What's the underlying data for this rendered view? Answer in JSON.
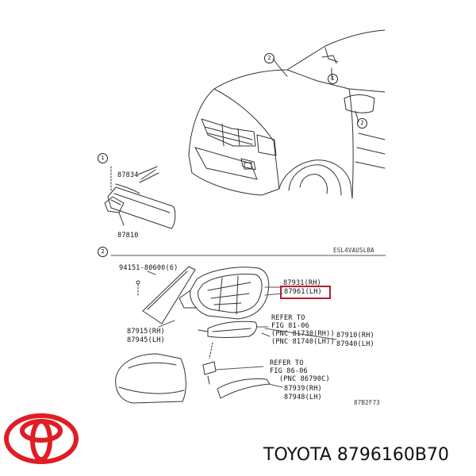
{
  "diagram": {
    "callouts": [
      "1",
      "2"
    ],
    "mirror_section": {
      "part_upper": "87834",
      "part_lower": "87810"
    },
    "outer_mirror_section": {
      "section_code": "ESL4VAUSLBA",
      "bolt_label": "94151-80600(6)",
      "cover_right": "87931(RH)",
      "cover_left": "87961(LH)",
      "refer_1_line1": "REFER TO",
      "refer_1_line2": "FIG 81-06",
      "refer_1_line3": "(PNC 81730(RH))",
      "refer_1_line4": "(PNC 81740(LH))",
      "glass_right": "87910(RH)",
      "glass_left": "87940(LH)",
      "frame_right": "87915(RH)",
      "frame_left": "87945(LH)",
      "refer_2_line1": "REFER TO",
      "refer_2_line2": "FIG 86-06",
      "refer_2_line3": "(PNC 86790C)",
      "lower_right": "87939(RH)",
      "lower_left": "87948(LH)",
      "diagram_code": "87B2F73"
    }
  },
  "footer": {
    "brand_text": "TOYOTA 8796160B70"
  },
  "colors": {
    "logo_red": "#e01d25",
    "highlight": "#b21f2d",
    "line": "#222222"
  }
}
